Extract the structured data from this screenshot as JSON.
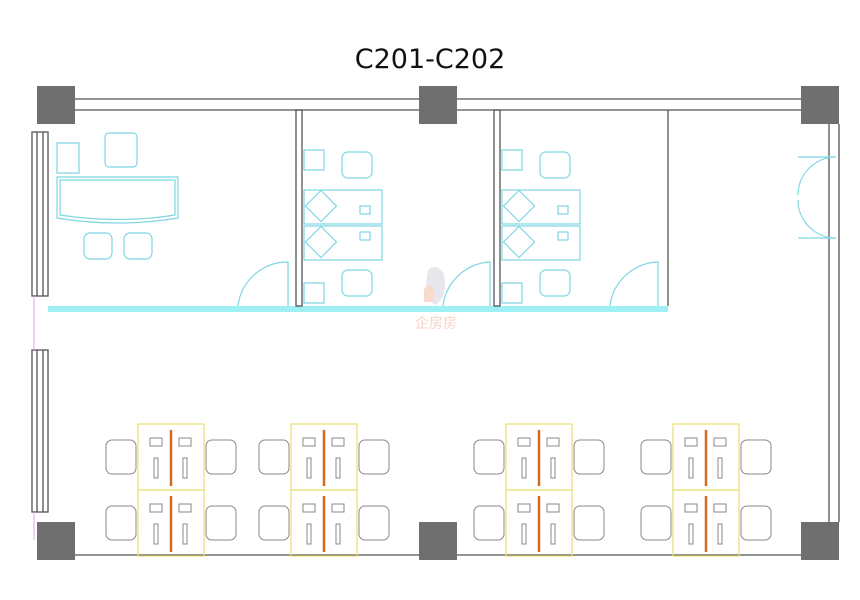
{
  "title": "C201-C202",
  "watermark": "企房房",
  "colors": {
    "wall": "#555555",
    "column": "#6f6f6f",
    "glass": "#7fe8ee",
    "furniture": "#7fd6e3",
    "desk_outline": "#e8e070",
    "divider": "#d2691e"
  },
  "workstation_clusters": 4
}
